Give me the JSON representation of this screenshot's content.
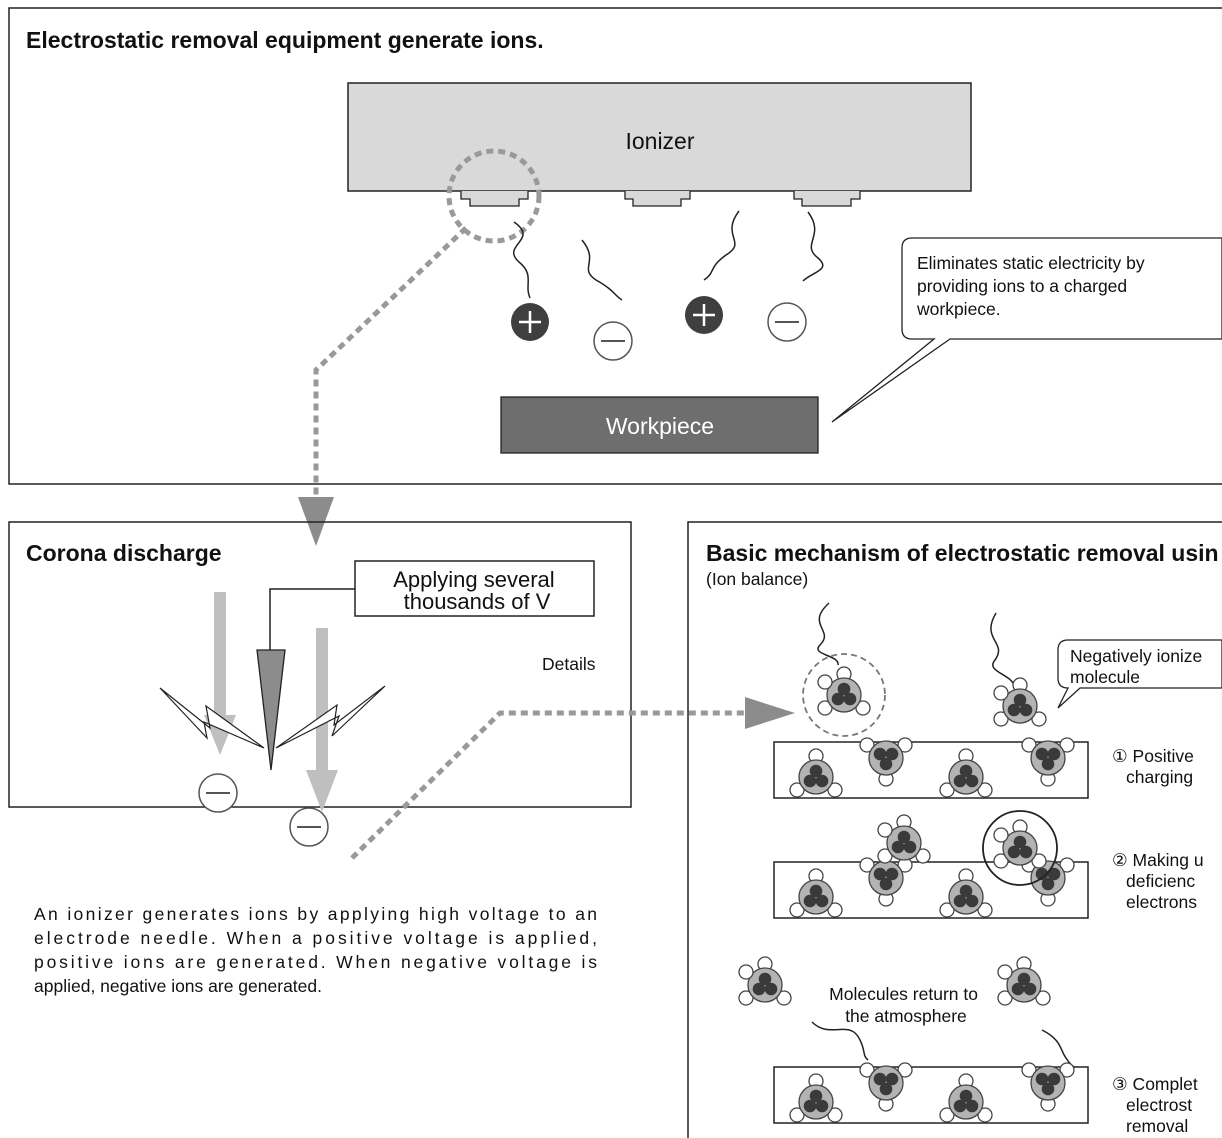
{
  "top_panel": {
    "title": "Electrostatic removal equipment generate ions.",
    "ionizer_label": "Ionizer",
    "workpiece_label": "Workpiece",
    "callout_lines": [
      "Eliminates static electricity by",
      "providing ions to a charged",
      "workpiece."
    ]
  },
  "corona_panel": {
    "title": "Corona discharge",
    "voltage_lines": [
      "Applying several",
      "thousands of V"
    ],
    "details_label": "Details",
    "description_lines": [
      "An ionizer generates ions by applying high voltage to an",
      "electrode needle. When a positive voltage is applied,",
      "positive ions are generated. When negative voltage is",
      "applied, negative ions are generated."
    ]
  },
  "mechanism_panel": {
    "title": "Basic mechanism of electrostatic removal usin",
    "subtitle": "(Ion balance)",
    "neg_ion_lines": [
      "Negatively ionize",
      "molecule"
    ],
    "steps": [
      {
        "lines": [
          "① Positive",
          "charging"
        ]
      },
      {
        "lines": [
          "② Making u",
          "deficienc",
          "electrons"
        ]
      },
      {
        "lines": [
          "③ Complet",
          "electrost",
          "removal"
        ]
      }
    ],
    "return_lines": [
      "Molecules return to",
      "the atmosphere"
    ]
  },
  "colors": {
    "ionizer_fill": "#d9d9d9",
    "workpiece_fill": "#6e6e6e",
    "positive_ion": "#3f3f3f",
    "arrow_gray": "#8c8c8c",
    "dotted_gray": "#999999",
    "light_arrow": "#bfbfbf"
  }
}
